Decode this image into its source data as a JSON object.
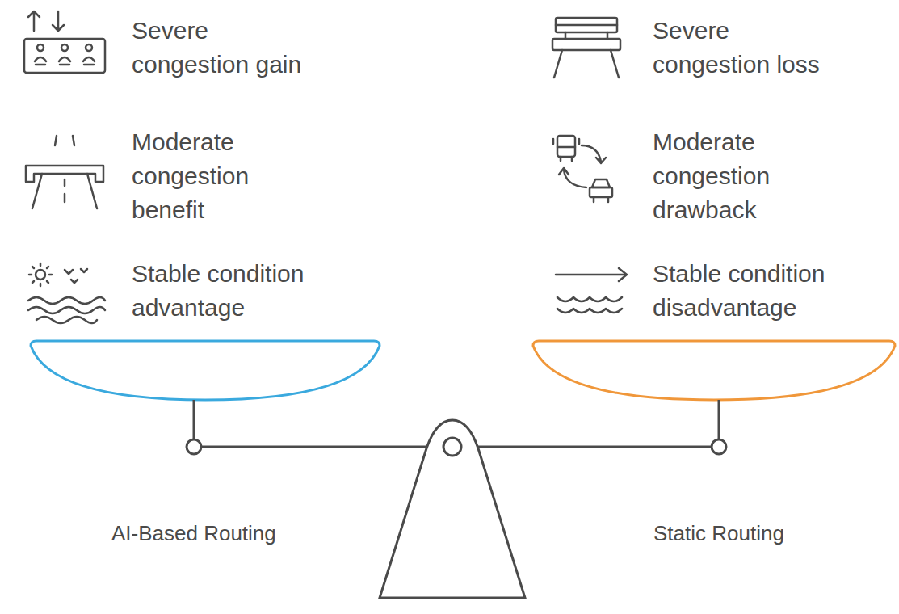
{
  "diagram": {
    "labels": [
      "Severe congestion gain",
      "Moderate congestion benefit",
      "Stable condition advantage",
      "Severe congestion loss",
      "Moderate congestion drawback",
      "Stable condition disadvantage",
      "AI-Based Routing",
      "Static Routing"
    ]
  }
}
